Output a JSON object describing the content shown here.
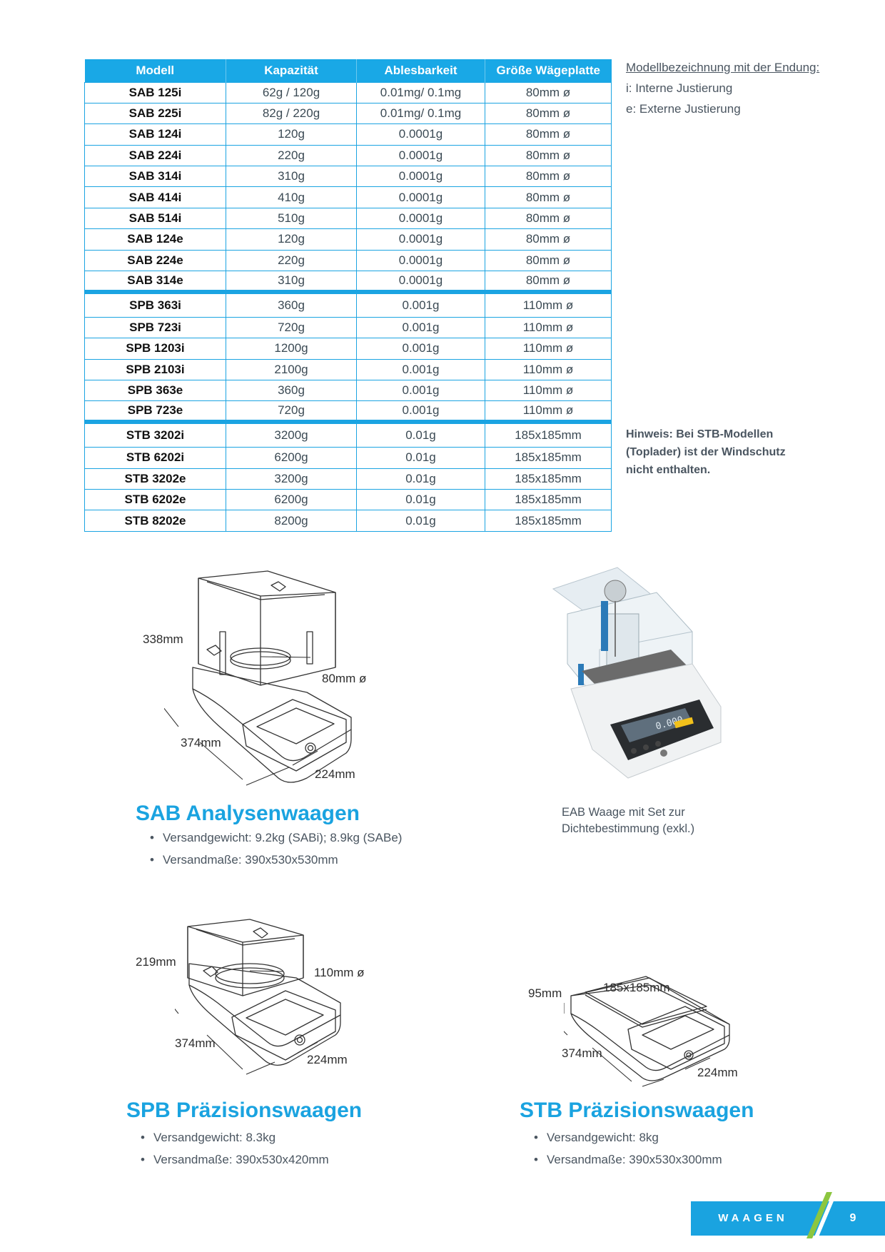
{
  "table": {
    "headers": [
      "Modell",
      "Kapazität",
      "Ablesbarkeit",
      "Größe Wägeplatte"
    ],
    "groups": [
      [
        [
          "SAB 125i",
          "62g / 120g",
          "0.01mg/ 0.1mg",
          "80mm ø"
        ],
        [
          "SAB 225i",
          "82g / 220g",
          "0.01mg/ 0.1mg",
          "80mm ø"
        ],
        [
          "SAB 124i",
          "120g",
          "0.0001g",
          "80mm ø"
        ],
        [
          "SAB 224i",
          "220g",
          "0.0001g",
          "80mm ø"
        ],
        [
          "SAB 314i",
          "310g",
          "0.0001g",
          "80mm ø"
        ],
        [
          "SAB 414i",
          "410g",
          "0.0001g",
          "80mm ø"
        ],
        [
          "SAB 514i",
          "510g",
          "0.0001g",
          "80mm ø"
        ],
        [
          "SAB 124e",
          "120g",
          "0.0001g",
          "80mm ø"
        ],
        [
          "SAB 224e",
          "220g",
          "0.0001g",
          "80mm ø"
        ],
        [
          "SAB 314e",
          "310g",
          "0.0001g",
          "80mm ø"
        ]
      ],
      [
        [
          "SPB 363i",
          "360g",
          "0.001g",
          "110mm ø"
        ],
        [
          "SPB 723i",
          "720g",
          "0.001g",
          "110mm ø"
        ],
        [
          "SPB 1203i",
          "1200g",
          "0.001g",
          "110mm ø"
        ],
        [
          "SPB 2103i",
          "2100g",
          "0.001g",
          "110mm ø"
        ],
        [
          "SPB 363e",
          "360g",
          "0.001g",
          "110mm ø"
        ],
        [
          "SPB 723e",
          "720g",
          "0.001g",
          "110mm ø"
        ]
      ],
      [
        [
          "STB 3202i",
          "3200g",
          "0.01g",
          "185x185mm"
        ],
        [
          "STB 6202i",
          "6200g",
          "0.01g",
          "185x185mm"
        ],
        [
          "STB 3202e",
          "3200g",
          "0.01g",
          "185x185mm"
        ],
        [
          "STB 6202e",
          "6200g",
          "0.01g",
          "185x185mm"
        ],
        [
          "STB 8202e",
          "8200g",
          "0.01g",
          "185x185mm"
        ]
      ]
    ]
  },
  "notes": {
    "heading": "Modellbezeichnung mit der Endung:",
    "internal": "i: Interne Justierung",
    "external": "e: Externe Justierung",
    "hint_line1": "Hinweis: Bei STB-Modellen",
    "hint_line2": "(Toplader) ist der Windschutz",
    "hint_line3": "nicht enthalten."
  },
  "sab": {
    "title": "SAB Analysenwaagen",
    "bullets": [
      "Versandgewicht: 9.2kg (SABi); 8.9kg (SABe)",
      "Versandmaße: 390x530x530mm"
    ],
    "dims": {
      "height": "338mm",
      "pan": "80mm ø",
      "depth": "374mm",
      "width": "224mm"
    }
  },
  "eab": {
    "caption_line1": "EAB Waage mit Set zur",
    "caption_line2": "Dichtebestimmung (exkl.)",
    "display": "0.000"
  },
  "spb": {
    "title": "SPB Präzisionswaagen",
    "bullets": [
      "Versandgewicht: 8.3kg",
      "Versandmaße: 390x530x420mm"
    ],
    "dims": {
      "height": "219mm",
      "pan": "110mm ø",
      "depth": "374mm",
      "width": "224mm"
    }
  },
  "stb": {
    "title": "STB Präzisionswaagen",
    "bullets": [
      "Versandgewicht: 8kg",
      "Versandmaße: 390x530x300mm"
    ],
    "dims": {
      "height": "95mm",
      "pan": "185x185mm",
      "depth": "374mm",
      "width": "224mm"
    }
  },
  "footer": {
    "label": "WAAGEN",
    "page": "9"
  },
  "colors": {
    "accent": "#1aa3e0",
    "text": "#4a5560",
    "accent_green": "#8cc63f"
  }
}
